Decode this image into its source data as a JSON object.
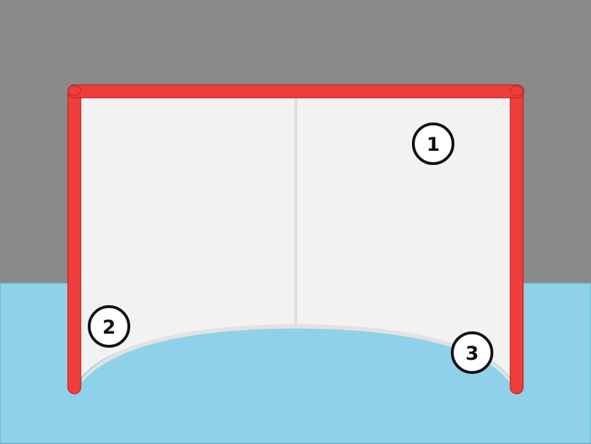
{
  "colors": {
    "background": "#8a8a8a",
    "ice": "#8fd1e8",
    "ice_border": "#5fb8d8",
    "net": "#f2f2f2",
    "net_seam": "#dcdcdc",
    "post": "#ef3e3a",
    "post_edge": "#c42a26",
    "marker_fill": "#ffffff",
    "marker_stroke": "#111111"
  },
  "markers": [
    {
      "id": "1",
      "label": "1"
    },
    {
      "id": "2",
      "label": "2"
    },
    {
      "id": "3",
      "label": "3"
    }
  ]
}
